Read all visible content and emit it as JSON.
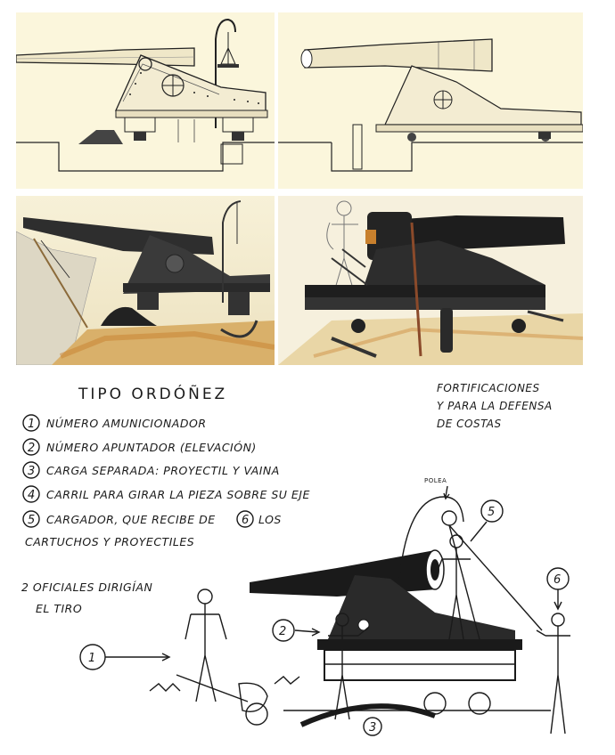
{
  "sketch": {
    "title": "TIPO ORDÓÑEZ",
    "side_note": [
      "FORTIFICACIONES",
      "Y PARA LA DEFENSA",
      "DE COSTAS"
    ],
    "legend": [
      {
        "num": "1",
        "text": "NÚMERO AMUNICIONADOR"
      },
      {
        "num": "2",
        "text": "NÚMERO APUNTADOR (ELEVACIÓN)"
      },
      {
        "num": "3",
        "text": "CARGA SEPARADA: PROYECTIL Y VAINA"
      },
      {
        "num": "4",
        "text": "CARRIL PARA GIRAR LA PIEZA SOBRE SU EJE"
      },
      {
        "num": "5",
        "text": "CARGADOR, QUE RECIBE DE",
        "num2": "6",
        "text2": "LOS"
      },
      {
        "num": "",
        "text": "CARTUCHOS Y PROYECTILES"
      }
    ],
    "officers_note": [
      "2 OFICIALES DIRIGÍAN",
      "EL TIRO"
    ],
    "pulley_label": "POLEA",
    "callouts": [
      "1",
      "2",
      "3",
      "5",
      "6"
    ]
  },
  "colors": {
    "paper": "#fbf6dc",
    "ink": "#1a1a1a",
    "gun_dark": "#2a2a2a",
    "ground": "#d9b06a",
    "ground_orange": "#c8802d"
  },
  "icons": [
    "cannon-technical-side",
    "cannon-technical-alt",
    "cannon-color-fortification",
    "cannon-color-carriage"
  ]
}
